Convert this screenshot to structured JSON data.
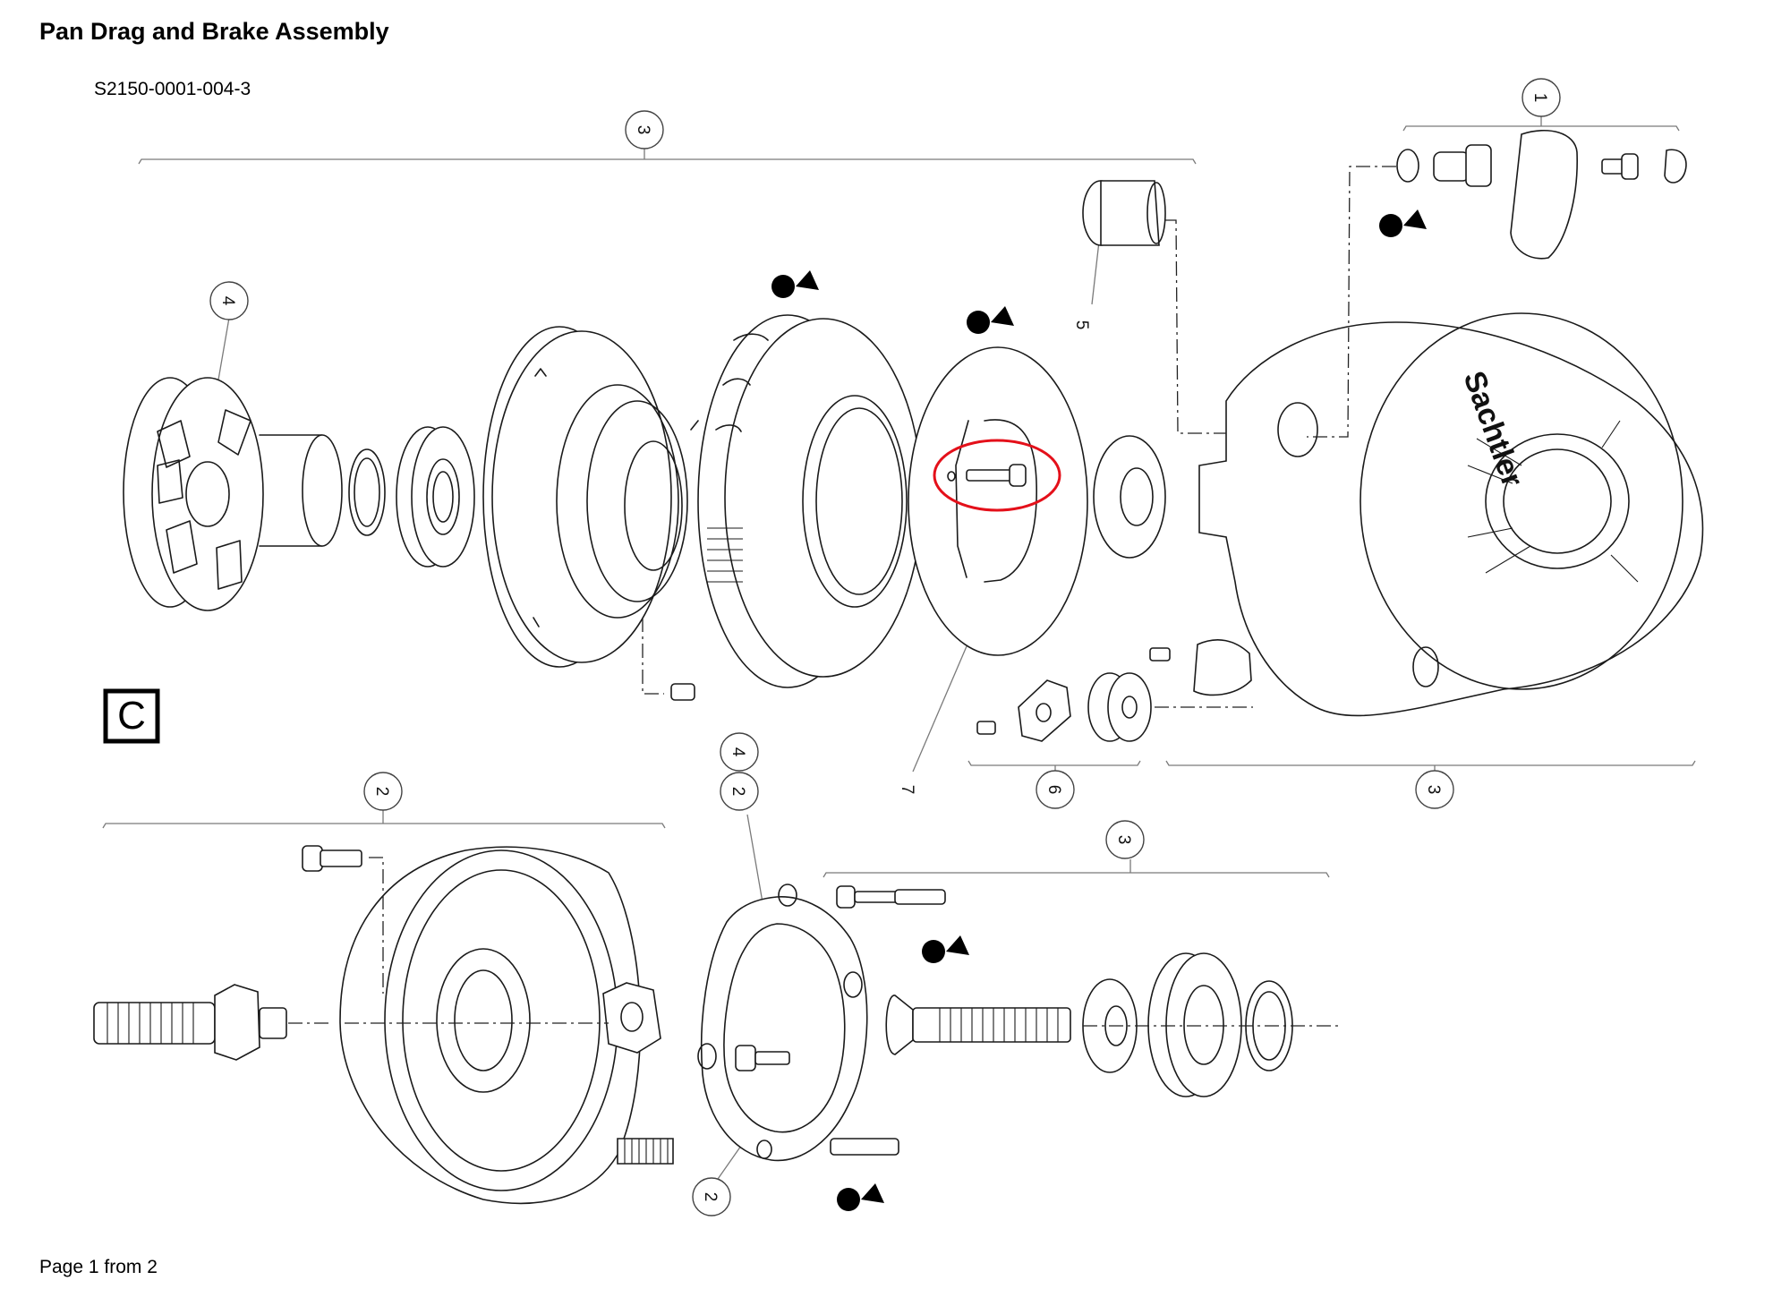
{
  "header": {
    "title": "Pan Drag and Brake Assembly",
    "document_number": "S2150-0001-004-3"
  },
  "footer": {
    "page_text": "Page 1 from 2"
  },
  "view_marker": {
    "letter": "C"
  },
  "brand_mark": {
    "text": "Sachtler"
  },
  "highlight": {
    "color": "#e4101a"
  },
  "callouts": [
    "3",
    "1",
    "4",
    "5",
    "7",
    "6",
    "3",
    "2",
    "4",
    "2",
    "3",
    "2"
  ]
}
